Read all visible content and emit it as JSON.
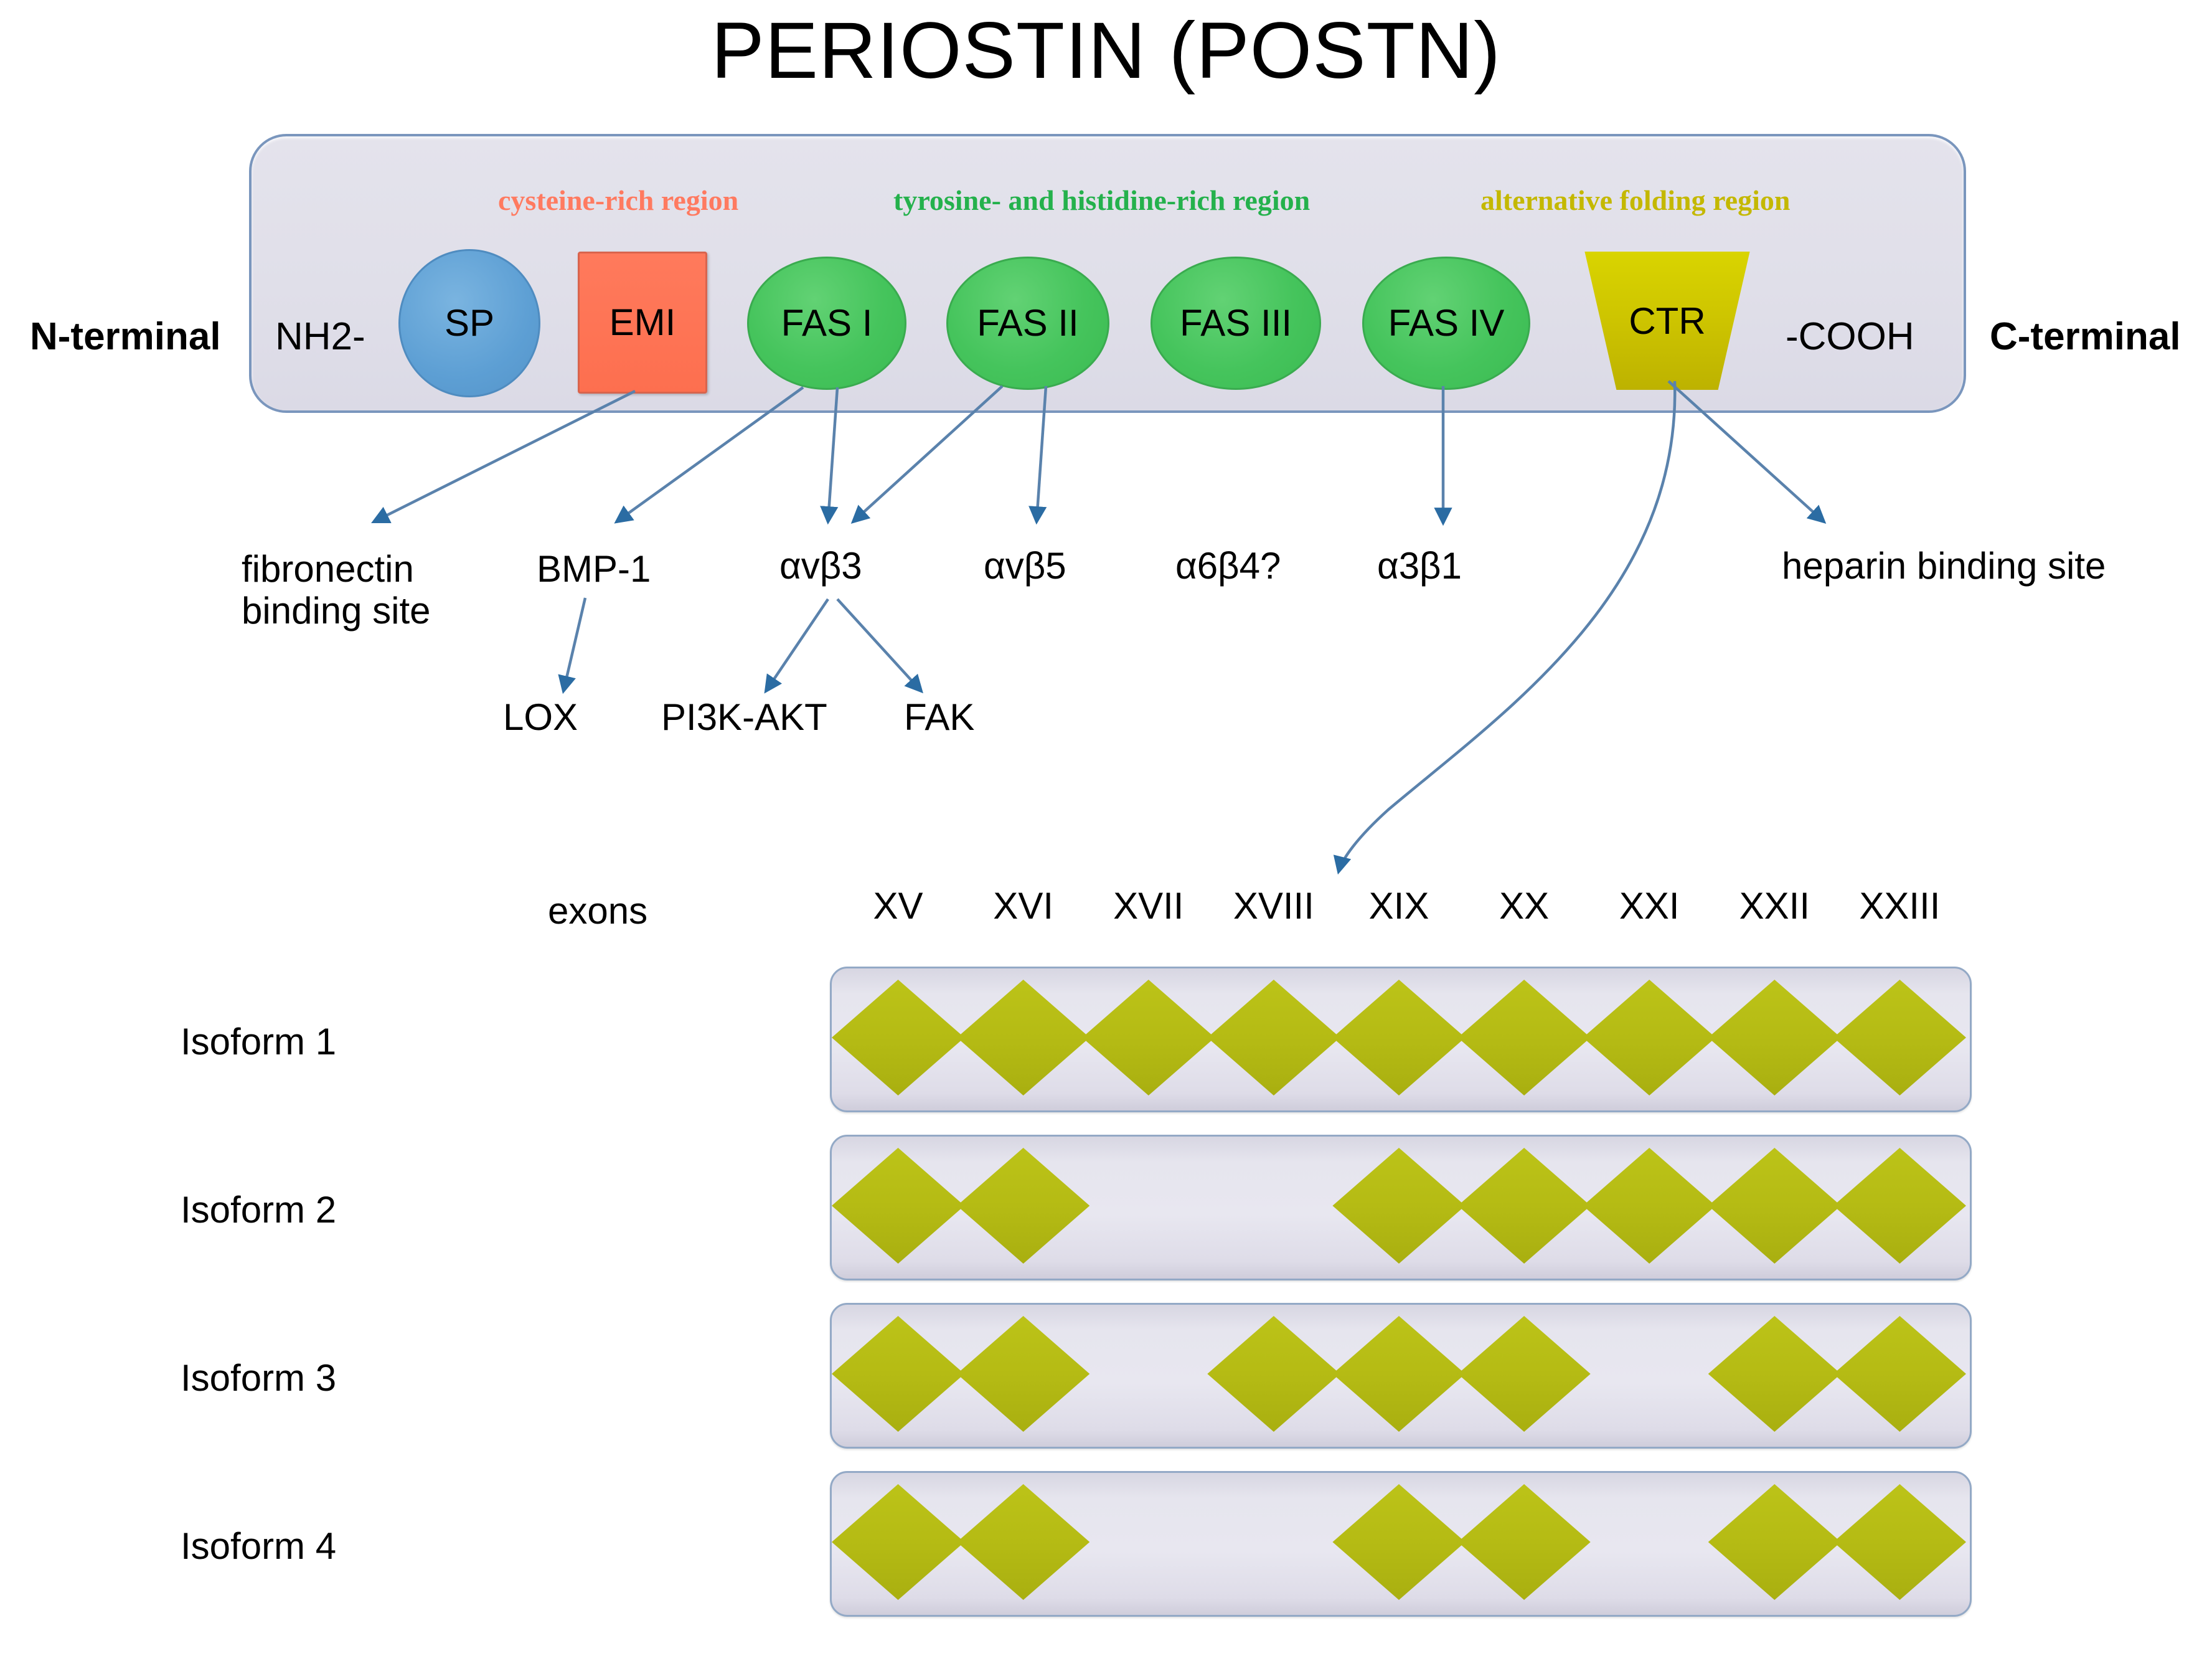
{
  "title": "PERIOSTIN (POSTN)",
  "colors": {
    "sp": "#5d9fd4",
    "emi": "#fd6f4f",
    "fas": "#45c45c",
    "ctr": "#c6bd00",
    "arrow": "#2b6ca3",
    "bar_fill": "#e0dfe9",
    "bar_border": "#7a96bd",
    "diamond": "#b5bb14",
    "cysteine_label": "#ff7a60",
    "tyrosine_label": "#24b14c",
    "alternative_label": "#c4b800"
  },
  "protein": {
    "n_terminal": "N-terminal",
    "c_terminal": "C-terminal",
    "nh2": "NH2-",
    "cooh": "-COOH",
    "region_labels": [
      {
        "text": "cysteine-rich region",
        "color": "#ff7a60"
      },
      {
        "text": "tyrosine- and histidine-rich region",
        "color": "#24b14c"
      },
      {
        "text": "alternative folding region",
        "color": "#c4b800"
      }
    ],
    "domains": [
      {
        "label": "SP",
        "shape": "ellipse"
      },
      {
        "label": "EMI",
        "shape": "rectangle"
      },
      {
        "label": "FAS I",
        "shape": "ellipse"
      },
      {
        "label": "FAS II",
        "shape": "ellipse"
      },
      {
        "label": "FAS III",
        "shape": "ellipse"
      },
      {
        "label": "FAS IV",
        "shape": "ellipse"
      },
      {
        "label": "CTR",
        "shape": "trapezoid"
      }
    ]
  },
  "interactions": {
    "primary": [
      {
        "text": "fibronectin\nbinding site",
        "line1": "fibronectin",
        "line2": "binding site"
      },
      {
        "text": "BMP-1"
      },
      {
        "text": "αvβ3"
      },
      {
        "text": "αvβ5"
      },
      {
        "text": "α6β4?"
      },
      {
        "text": "α3β1"
      },
      {
        "text": "heparin binding site"
      }
    ],
    "secondary": [
      {
        "text": "LOX"
      },
      {
        "text": "PI3K-AKT"
      },
      {
        "text": "FAK"
      }
    ]
  },
  "exon_panel": {
    "exons_word": "exons",
    "exons": [
      "XV",
      "XVI",
      "XVII",
      "XVIII",
      "XIX",
      "XX",
      "XXI",
      "XXII",
      "XXIII"
    ],
    "isoforms": [
      {
        "label": "Isoform 1",
        "present": [
          true,
          true,
          true,
          true,
          true,
          true,
          true,
          true,
          true
        ]
      },
      {
        "label": "Isoform 2",
        "present": [
          true,
          true,
          false,
          false,
          true,
          true,
          true,
          true,
          true
        ]
      },
      {
        "label": "Isoform 3",
        "present": [
          true,
          true,
          false,
          true,
          true,
          true,
          false,
          true,
          true
        ]
      },
      {
        "label": "Isoform 4",
        "present": [
          true,
          true,
          false,
          false,
          true,
          true,
          false,
          true,
          true
        ]
      }
    ]
  }
}
